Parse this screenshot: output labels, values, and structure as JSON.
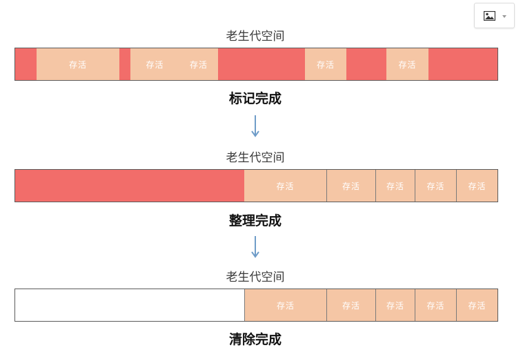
{
  "toolbar": {
    "image_button_icon": "image-icon",
    "dropdown_icon": "caret-down-icon"
  },
  "colors": {
    "dead": "#f26d6a",
    "live": "#f5c6a5",
    "arrow": "#6f9cc8"
  },
  "stages": [
    {
      "space_title": "老生代空间",
      "step_label": "标记完成",
      "segments": [
        {
          "state": "dead",
          "text": ""
        },
        {
          "state": "live",
          "text": "存活"
        },
        {
          "state": "dead",
          "text": ""
        },
        {
          "state": "live",
          "text": "存活"
        },
        {
          "state": "live",
          "text": "存活"
        },
        {
          "state": "dead",
          "text": ""
        },
        {
          "state": "live",
          "text": "存活"
        },
        {
          "state": "dead",
          "text": ""
        },
        {
          "state": "live",
          "text": "存活"
        },
        {
          "state": "dead",
          "text": ""
        }
      ]
    },
    {
      "space_title": "老生代空间",
      "step_label": "整理完成",
      "segments": [
        {
          "state": "dead",
          "text": ""
        },
        {
          "state": "live",
          "text": "存活"
        },
        {
          "state": "live",
          "text": "存活"
        },
        {
          "state": "live",
          "text": "存活"
        },
        {
          "state": "live",
          "text": "存活"
        },
        {
          "state": "live",
          "text": "存活"
        }
      ]
    },
    {
      "space_title": "老生代空间",
      "step_label": "清除完成",
      "segments": [
        {
          "state": "free",
          "text": ""
        },
        {
          "state": "live",
          "text": "存活"
        },
        {
          "state": "live",
          "text": "存活"
        },
        {
          "state": "live",
          "text": "存活"
        },
        {
          "state": "live",
          "text": "存活"
        },
        {
          "state": "live",
          "text": "存活"
        }
      ]
    }
  ]
}
